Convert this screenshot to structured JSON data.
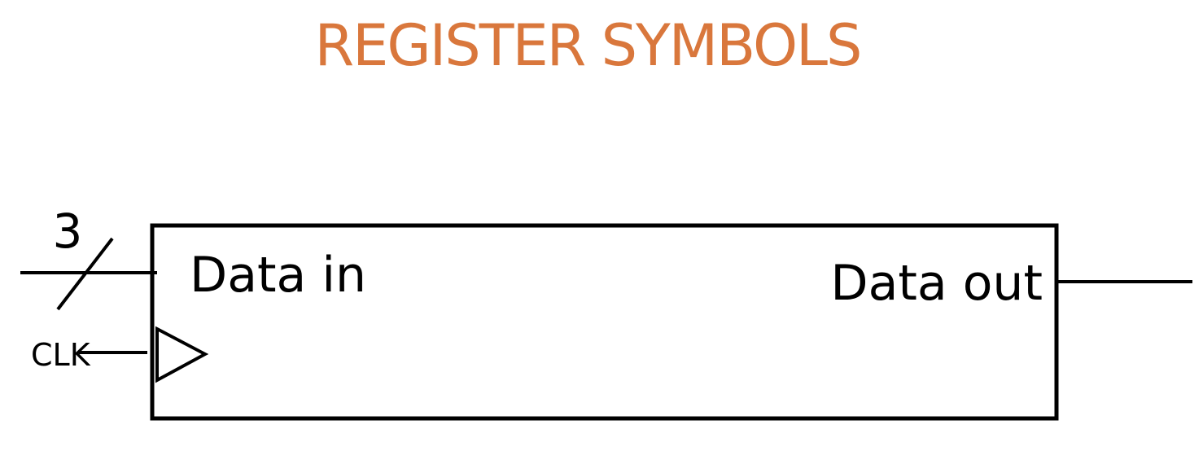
{
  "title": "REGISTER SYMBOLS",
  "register": {
    "data_in_label": "Data in",
    "data_out_label": "Data out",
    "clock_label": "CLK",
    "bus_width": "3"
  },
  "colors": {
    "title": "#d9773c",
    "stroke": "#000000"
  }
}
